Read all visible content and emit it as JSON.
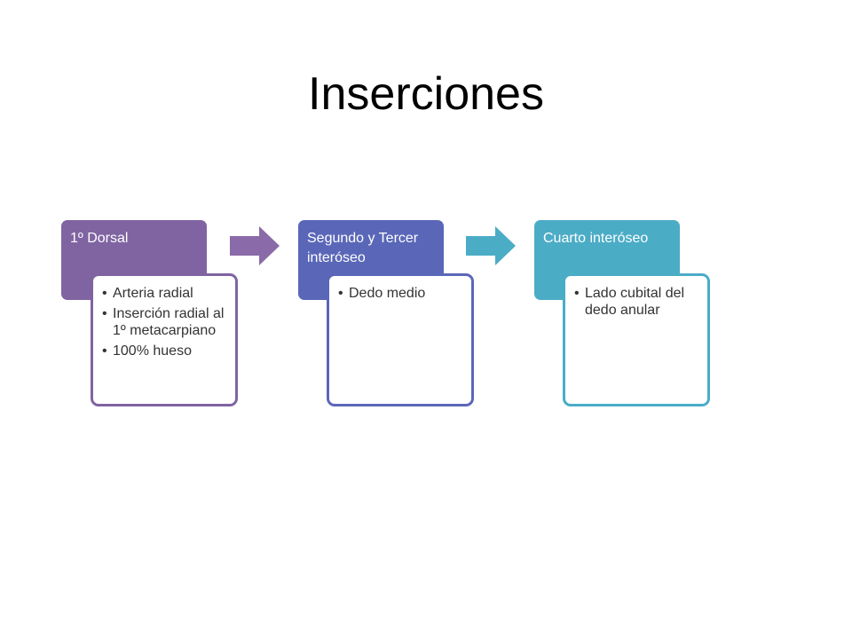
{
  "title": "Inserciones",
  "colors": {
    "step1": "#8064a2",
    "step2": "#5a67b8",
    "step3": "#4bacc6",
    "arrow1": "#8a6aa8",
    "arrow2": "#4bacc6"
  },
  "steps": [
    {
      "header": "1º Dorsal",
      "items": [
        "Arteria radial",
        "Inserción radial al 1º metacarpiano",
        "100% hueso"
      ]
    },
    {
      "header": "Segundo y Tercer interóseo",
      "items": [
        "Dedo medio"
      ]
    },
    {
      "header": "Cuarto interóseo",
      "items": [
        "Lado cubital del dedo anular"
      ]
    }
  ]
}
